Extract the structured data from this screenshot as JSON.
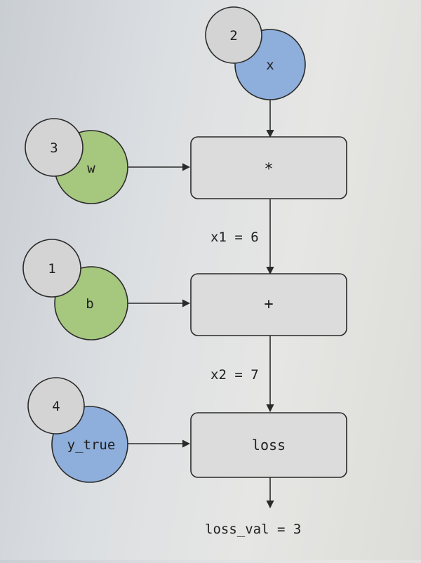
{
  "nodes": {
    "x": {
      "name": "x",
      "value": "2",
      "fill": "#8eaedb"
    },
    "w": {
      "name": "w",
      "value": "3",
      "fill": "#a5c77e"
    },
    "b": {
      "name": "b",
      "value": "1",
      "fill": "#a5c77e"
    },
    "y_true": {
      "name": "y_true",
      "value": "4",
      "fill": "#8eaedb"
    }
  },
  "ops": {
    "mul": {
      "label": "*"
    },
    "add": {
      "label": "+"
    },
    "loss": {
      "label": "loss"
    }
  },
  "edges": {
    "x1": "x1 = 6",
    "x2": "x2 = 7",
    "loss_val": "loss_val = 3"
  },
  "colors": {
    "value_circle": "#d4d4d4",
    "op_box": "#dcdcdc",
    "stroke": "#2a2a2a"
  }
}
